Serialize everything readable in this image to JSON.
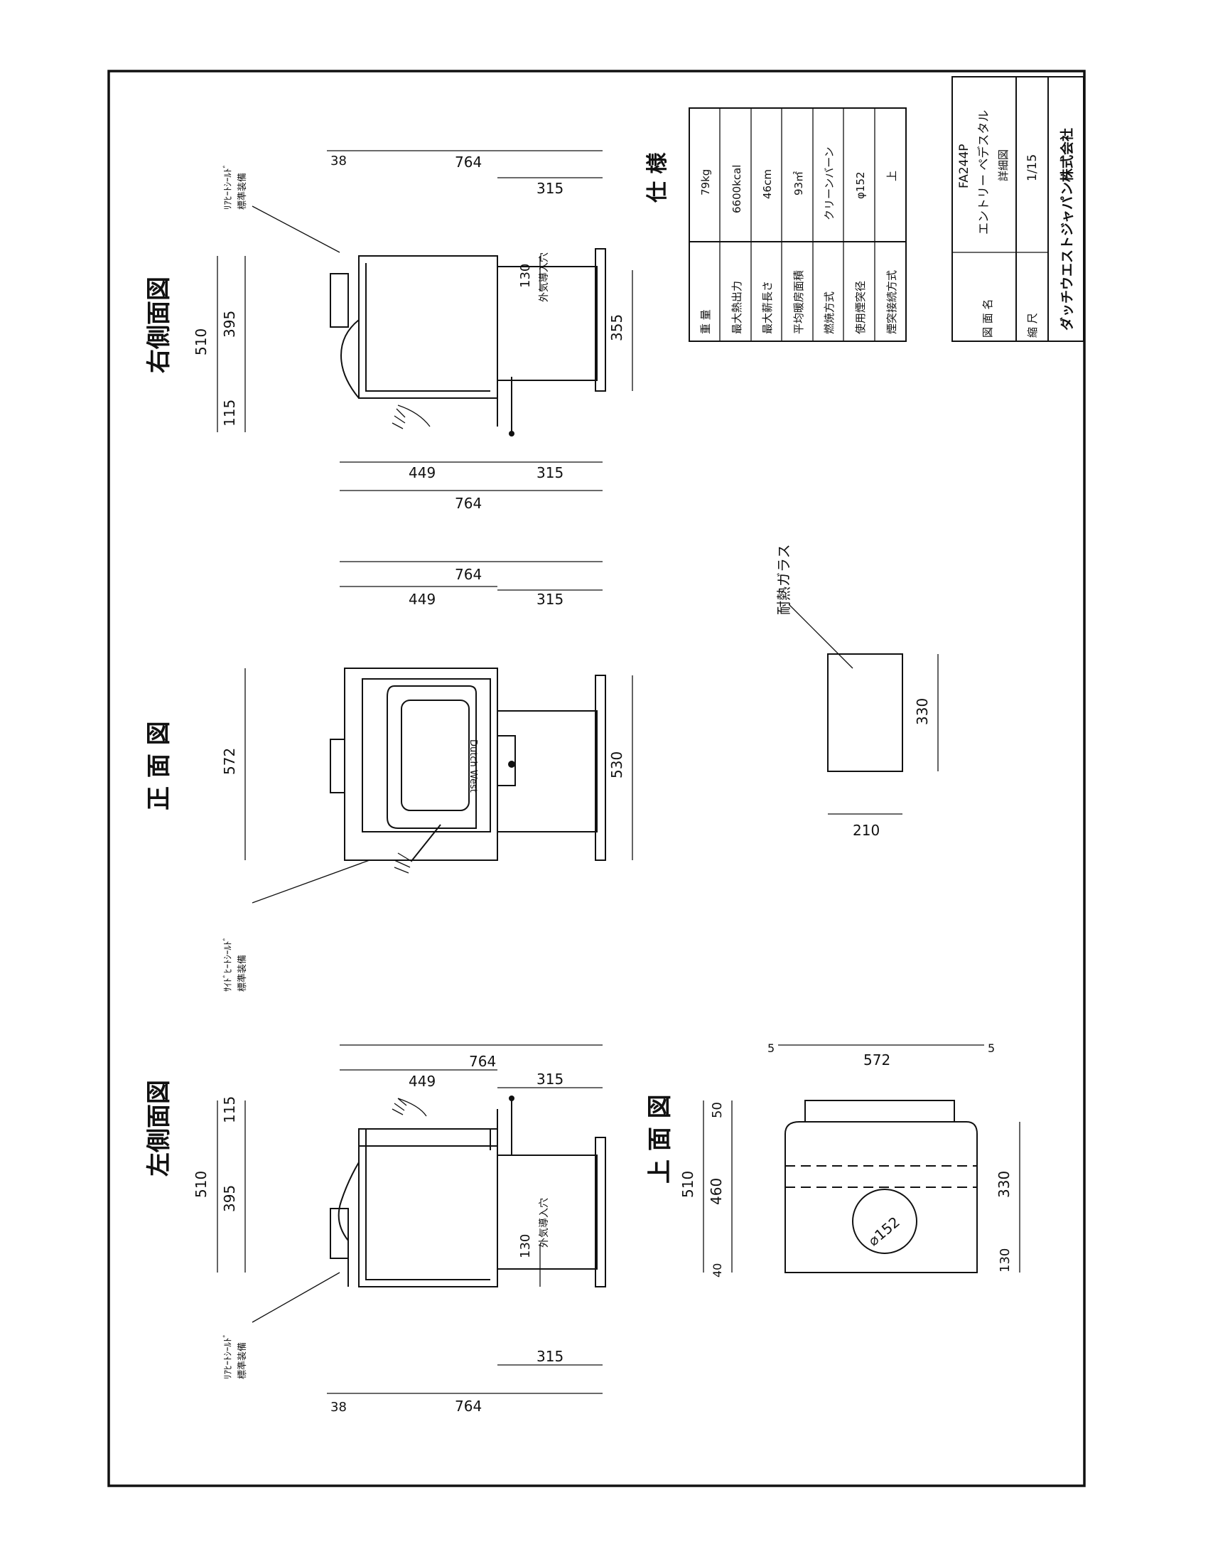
{
  "views": {
    "left_side": "左側面図",
    "front": "正 面 図",
    "right_side": "右側面図",
    "top": "上 面 図"
  },
  "labels": {
    "rear_heat_shield": "ﾘｱﾋｰﾄｼｰﾙﾄﾞ",
    "standard_equipment": "標準装備",
    "side_heat_shield": "ｻｲﾄﾞﾋｰﾄｼｰﾙﾄﾞ",
    "outside_air_intake": "外気導入穴",
    "heat_resistant_glass": "耐熱ガラス",
    "brand": "Dutch West",
    "diameter_152": "⌀152"
  },
  "dims": {
    "d764": "764",
    "d449": "449",
    "d315": "315",
    "d38": "38",
    "d510": "510",
    "d395": "395",
    "d115": "115",
    "d130": "130",
    "d355": "355",
    "d572": "572",
    "d530": "530",
    "d330": "330",
    "d210": "210",
    "d50": "50",
    "d460": "460",
    "d40": "40",
    "d5": "5"
  },
  "spec": {
    "title": "仕 様",
    "rows": [
      {
        "label": "重 量",
        "value": "79kg"
      },
      {
        "label": "最大熱出力",
        "value": "6600kcal"
      },
      {
        "label": "最大薪長さ",
        "value": "46cm"
      },
      {
        "label": "平均暖房面積",
        "value": "93㎡"
      },
      {
        "label": "燃焼方式",
        "value": "クリーンバーン"
      },
      {
        "label": "使用煙突径",
        "value": "φ152"
      },
      {
        "label": "煙突接続方式",
        "value": "上"
      }
    ]
  },
  "title_block": {
    "drawing_name_label": "図 面 名",
    "model": "FA244P",
    "product": "エントリー ペデスタル",
    "drawing_type": "詳細図",
    "scale_label": "縮 尺",
    "scale": "1/15",
    "company": "ダッチウエストジャパン株式会社"
  }
}
